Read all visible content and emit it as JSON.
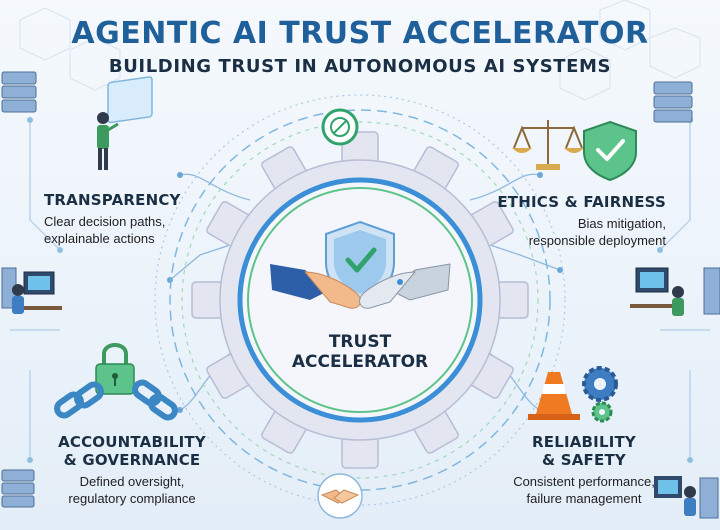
{
  "header": {
    "title": "AGENTIC AI TRUST ACCELERATOR",
    "subtitle": "BUILDING TRUST IN AUTONOMOUS AI SYSTEMS"
  },
  "center": {
    "line1": "TRUST",
    "line2": "ACCELERATOR"
  },
  "pillars": {
    "transparency": {
      "title": "TRANSPARENCY",
      "desc1": "Clear decision paths,",
      "desc2": "explainable actions"
    },
    "ethics": {
      "title": "ETHICS & FAIRNESS",
      "desc1": "Bias mitigation,",
      "desc2": "responsible deployment"
    },
    "accountability": {
      "title1": "ACCOUNTABILITY",
      "title2": "& GOVERNANCE",
      "desc1": "Defined oversight,",
      "desc2": "regulatory compliance"
    },
    "reliability": {
      "title1": "RELIABILITY",
      "title2": "& SAFETY",
      "desc1": "Consistent performance,",
      "desc2": "failure management"
    }
  },
  "colors": {
    "title": "#1f5f9a",
    "gear": "#e6e8f3",
    "ring_blue": "#3a8fd6",
    "ring_green": "#5cc48a",
    "shield": "#7ab8e6",
    "check": "#2fa36b",
    "cone": "#f07a22",
    "lock": "#4fb36a",
    "chain": "#3b87c4"
  },
  "icons": [
    "server-stack-icon",
    "person-touchscreen-icon",
    "scales-icon",
    "shield-check-icon",
    "person-computer-icon",
    "lock-icon",
    "chain-icon",
    "traffic-cone-icon",
    "gears-icon",
    "handshake-icon",
    "target-icon"
  ]
}
